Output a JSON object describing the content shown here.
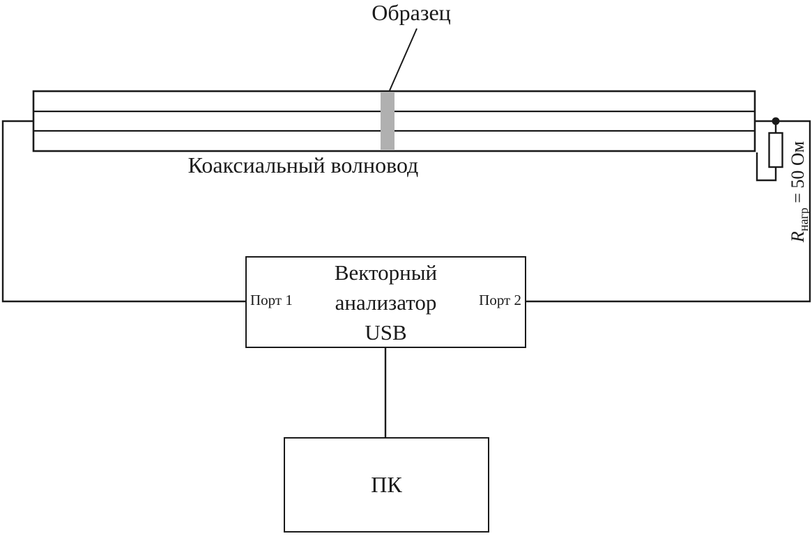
{
  "colors": {
    "line": "#1a1a1a",
    "sample_fill": "#b0b0b0",
    "background": "#ffffff"
  },
  "labels": {
    "sample": "Образец",
    "waveguide": "Коаксиальный волновод",
    "analyzer_line1": "Векторный",
    "analyzer_line2": "анализатор",
    "analyzer_line3": "USB",
    "port1": "Порт 1",
    "port2": "Порт 2",
    "pc": "ПК",
    "load_r_symbol": "R",
    "load_r_subscript": "нагр",
    "load_r_value": " = 50 Ом"
  }
}
